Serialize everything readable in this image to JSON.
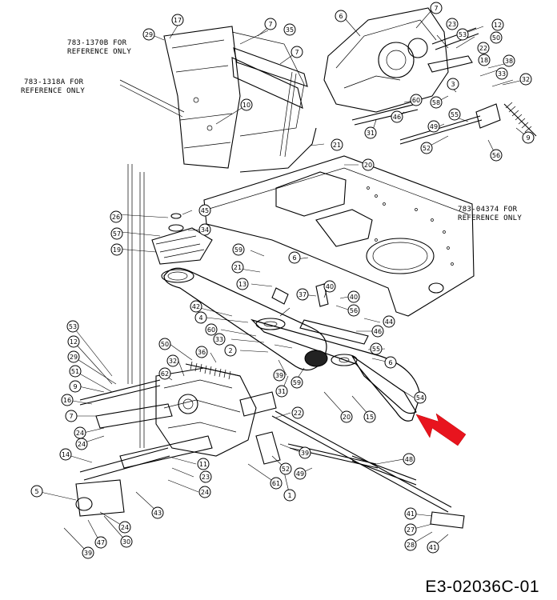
{
  "reference_notes": [
    {
      "id": "ref-1",
      "line1": "783-1370B FOR",
      "line2": "REFERENCE ONLY"
    },
    {
      "id": "ref-2",
      "line1": "783-1318A FOR",
      "line2": "REFERENCE ONLY"
    },
    {
      "id": "ref-3",
      "line1": "783-04374 FOR",
      "line2": "REFERENCE ONLY"
    }
  ],
  "drawing_code": "E3-02036C-01",
  "arrow_color": "#e8141e",
  "callouts": [
    "17",
    "29",
    "7",
    "35",
    "7",
    "10",
    "21",
    "20",
    "6",
    "7",
    "23",
    "53",
    "12",
    "50",
    "22",
    "18",
    "38",
    "33",
    "32",
    "55",
    "58",
    "3",
    "60",
    "46",
    "31",
    "49",
    "52",
    "56",
    "9",
    "45",
    "26",
    "34",
    "57",
    "19",
    "59",
    "21",
    "6",
    "13",
    "37",
    "40",
    "40",
    "56",
    "42",
    "4",
    "60",
    "33",
    "2",
    "44",
    "46",
    "55",
    "6",
    "36",
    "50",
    "53",
    "12",
    "29",
    "51",
    "9",
    "16",
    "62",
    "7",
    "32",
    "24",
    "24",
    "14",
    "11",
    "23",
    "61",
    "24",
    "43",
    "5",
    "47",
    "30",
    "24",
    "39",
    "31",
    "39",
    "59",
    "22",
    "20",
    "15",
    "54",
    "48",
    "52",
    "39",
    "49",
    "1",
    "41",
    "27",
    "28",
    "41"
  ]
}
